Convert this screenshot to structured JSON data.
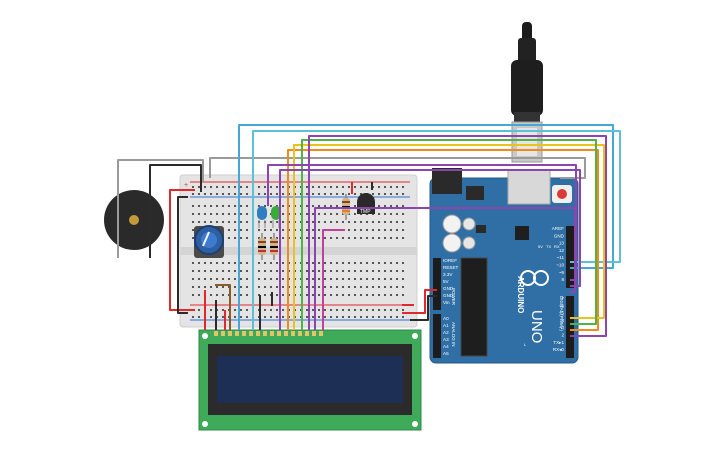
{
  "board": {
    "brand": "ARDUINO",
    "model": "UNO",
    "power_header": "POWER",
    "analog_header": "ANALOG IN",
    "digital_header": "DIGITAL (PWM~)",
    "power_pins": [
      "IOREF",
      "RESET",
      "3.3V",
      "5V",
      "GND",
      "GND",
      "Vin"
    ],
    "analog_pins": [
      "A0",
      "A1",
      "A2",
      "A3",
      "A4",
      "A5"
    ],
    "digital_top": [
      "AREF",
      "GND",
      "13",
      "12",
      "~11",
      "~10",
      "~9",
      "8"
    ],
    "digital_bottom": [
      "7",
      "~6",
      "~5",
      "4",
      "~3",
      "2",
      "TX▸1",
      "RX◂0"
    ],
    "labels_small": [
      "5V",
      "TX",
      "RX",
      "L"
    ]
  },
  "sensor": {
    "label": "TMP"
  },
  "breadboard": {
    "plus": "+",
    "minus": "−"
  },
  "lcd": {
    "pin_count": 16
  },
  "colors": {
    "wire_red": "#e0292b",
    "wire_black": "#2b2b2b",
    "wire_gray": "#9a9a9a",
    "wire_blue": "#45a7d6",
    "wire_cyan": "#5bc0d8",
    "wire_purple": "#8e44ad",
    "wire_yellow": "#e8c21d",
    "wire_orange": "#ef8a1b",
    "wire_green": "#4fb34a",
    "wire_brown": "#8b5a2b",
    "wire_magenta": "#c0409a",
    "board_blue": "#2f6fa6",
    "lcd_green": "#3faa5a",
    "lcd_screen": "#1e2f55"
  }
}
